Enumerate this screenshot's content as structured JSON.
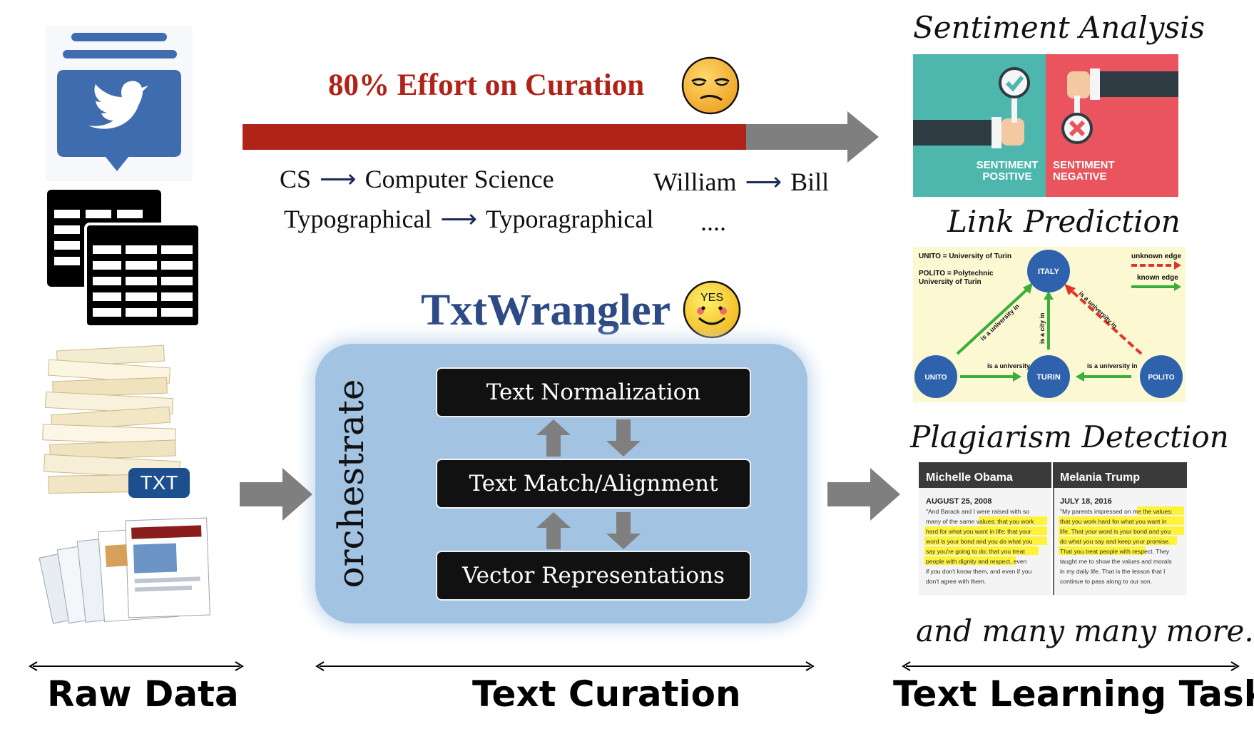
{
  "curation_banner": {
    "title": "80% Effort on Curation",
    "examples": [
      {
        "from": "CS",
        "to": "Computer Science"
      },
      {
        "from": "William",
        "to": "Bill"
      },
      {
        "from": "Typographical",
        "to": "Typoragraphical"
      }
    ],
    "ellipsis": "...."
  },
  "tool": {
    "name": "TxtWrangler",
    "smiley_text": "YES",
    "orchestrate_label": "orchestrate",
    "blocks": [
      "Text Normalization",
      "Text Match/Alignment",
      "Vector Representations"
    ]
  },
  "raw_data": {
    "txt_badge": "TXT"
  },
  "tasks": {
    "sentiment": {
      "title": "Sentiment Analysis",
      "positive": [
        "SENTIMENT",
        "POSITIVE"
      ],
      "negative": [
        "SENTIMENT",
        "NEGATIVE"
      ]
    },
    "link": {
      "title": "Link Prediction",
      "legend_defs": [
        "UNITO = University of Turin",
        "POLITO = Polytechnic",
        "University of Turin"
      ],
      "legend_unknown": "unknown edge",
      "legend_known": "known edge",
      "nodes": {
        "italy": "ITALY",
        "unito": "UNITO",
        "turin": "TURIN",
        "polito": "POLITO"
      },
      "edges": {
        "univ_in": "is a university in",
        "city_in": "is a city in"
      }
    },
    "plagiarism": {
      "title": "Plagiarism Detection",
      "left": {
        "name": "Michelle Obama",
        "date": "AUGUST 25, 2008",
        "lines": [
          "\"And Barack and I were raised with so",
          "many of the same values: that you work",
          "hard for what you want in life; that your",
          "word is your bond and you do what you",
          "say you're going to do; that you treat",
          "people with dignity and respect, even",
          "if you don't know them, and even if you",
          "don't agree with them."
        ]
      },
      "right": {
        "name": "Melania Trump",
        "date": "JULY 18, 2016",
        "lines": [
          "\"My parents impressed on me the values:",
          "that you work hard for what you want in",
          "life. That your word is your bond and you",
          "do what you say and keep your promise.",
          "That you treat people with respect. They",
          "taught me to show the values and morals",
          "in my daily life. That is the lesson that I",
          "continue to pass along to our son."
        ]
      }
    },
    "more": "and many many more..."
  },
  "labels": {
    "raw": "Raw Data",
    "curation": "Text Curation",
    "learning": "Text Learning Tasks"
  },
  "colors": {
    "effort_red": "#b02318",
    "tool_blue": "#2e4a86",
    "panel_blue": "#a3c3e2",
    "twitter_blue": "#3f6cae",
    "arrow_gray": "#808080",
    "sentiment_teal": "#4db7ae",
    "sentiment_red": "#e9545e",
    "node_blue": "#2f62ad",
    "edge_green": "#3aad3a",
    "edge_red": "#e0342a"
  },
  "icons": [
    "twitter-bird-icon",
    "spreadsheet-icon",
    "document-stack-icon",
    "web-pages-icon",
    "tired-face-icon",
    "yes-smiley-icon"
  ]
}
